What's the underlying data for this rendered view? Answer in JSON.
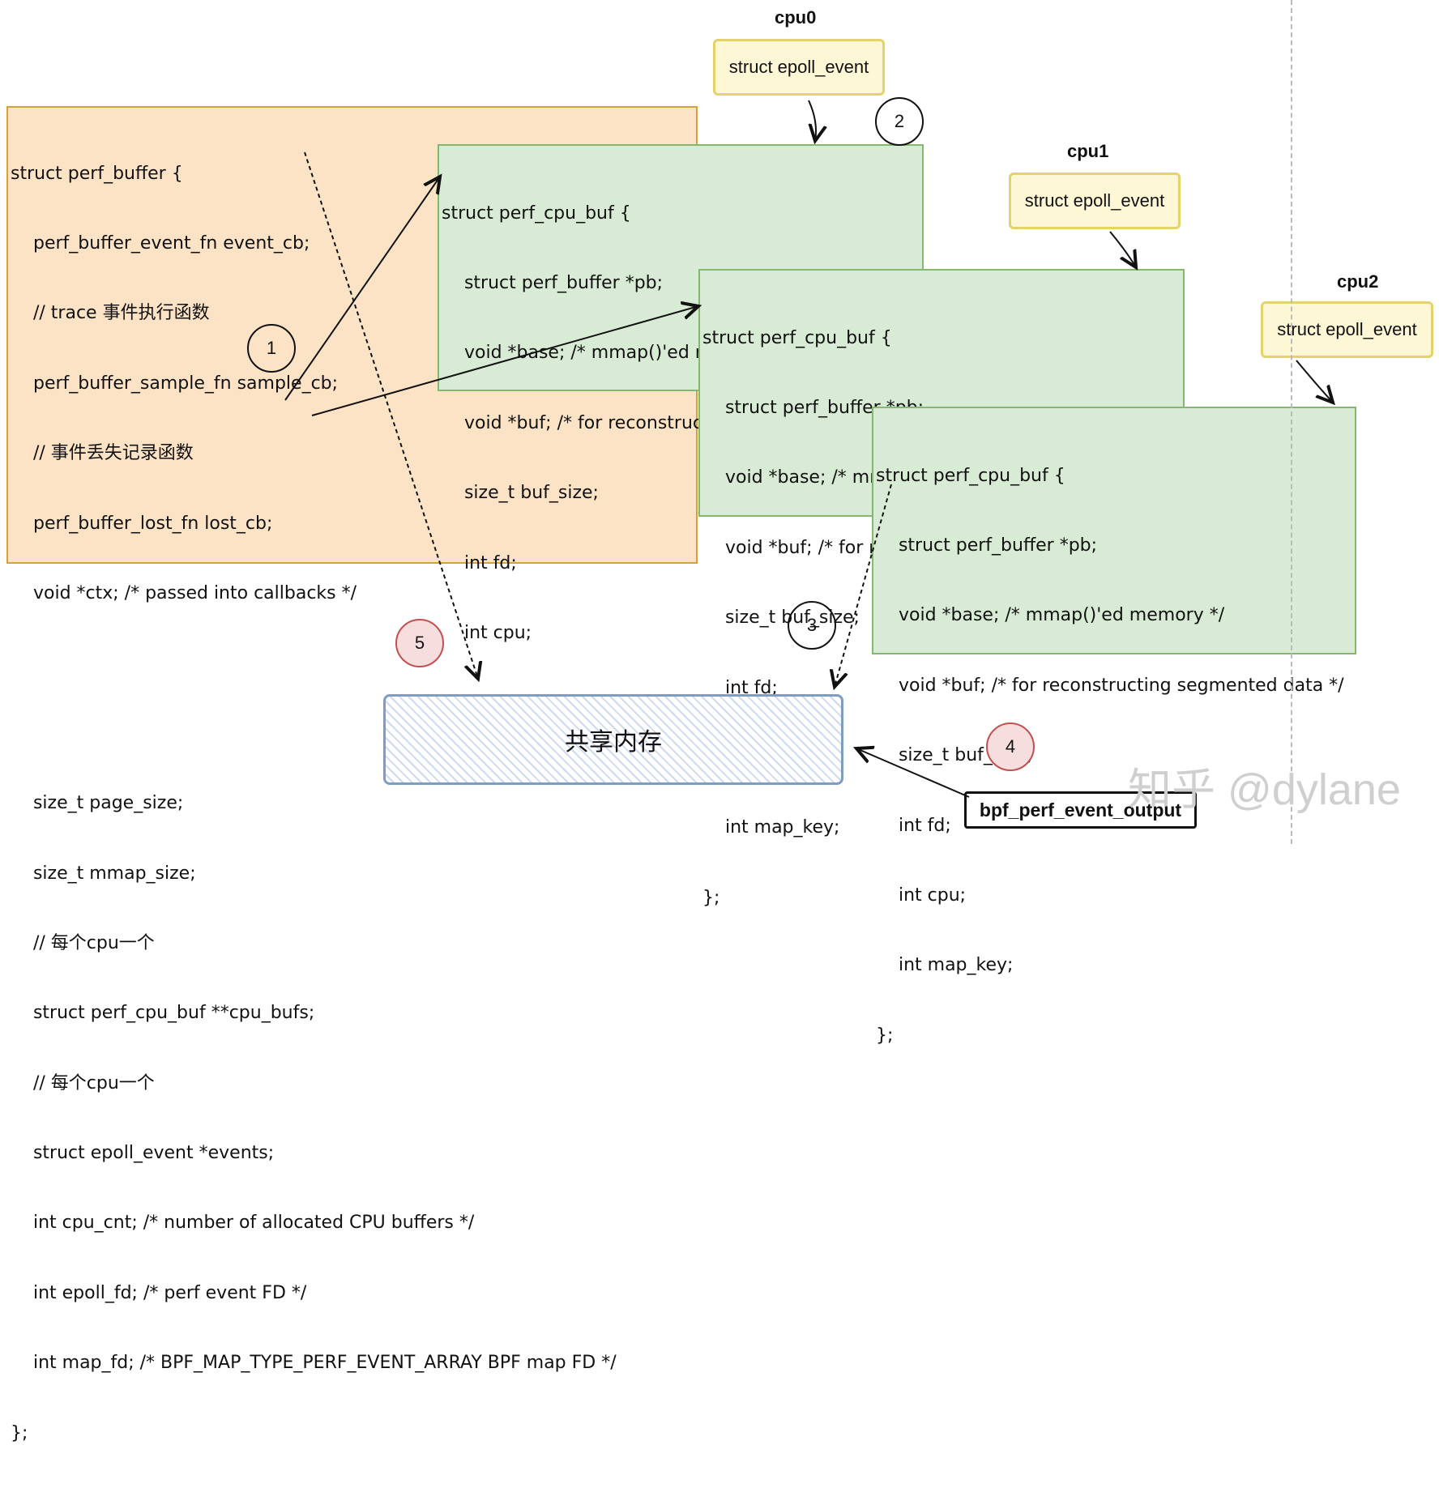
{
  "cpu_labels": [
    "cpu0",
    "cpu1",
    "cpu2"
  ],
  "epoll_label": "struct epoll_event",
  "perf_buffer_lines": [
    "struct perf_buffer {",
    "    perf_buffer_event_fn event_cb;",
    "    // trace 事件执行函数",
    "    perf_buffer_sample_fn sample_cb;",
    "    // 事件丢失记录函数",
    "    perf_buffer_lost_fn lost_cb;",
    "    void *ctx; /* passed into callbacks */",
    "",
    "",
    "    size_t page_size;",
    "    size_t mmap_size;",
    "    // 每个cpu一个",
    "    struct perf_cpu_buf **cpu_bufs;",
    "    // 每个cpu一个",
    "    struct epoll_event *events;",
    "    int cpu_cnt; /* number of allocated CPU buffers */",
    "    int epoll_fd; /* perf event FD */",
    "    int map_fd; /* BPF_MAP_TYPE_PERF_EVENT_ARRAY BPF map FD */",
    "};"
  ],
  "perf_cpu_buf_lines": [
    "struct perf_cpu_buf {",
    "    struct perf_buffer *pb;",
    "    void *base; /* mmap()'ed memory */",
    "    void *buf; /* for reconstructing segmented data */",
    "    size_t buf_size;",
    "    int fd;",
    "    int cpu;",
    "    int map_key;",
    "};"
  ],
  "step_labels": [
    "1",
    "2",
    "3",
    "4",
    "5"
  ],
  "shared_memory_label": "共享内存",
  "bpf_output_label": "bpf_perf_event_output",
  "watermark": "知乎 @dylane"
}
